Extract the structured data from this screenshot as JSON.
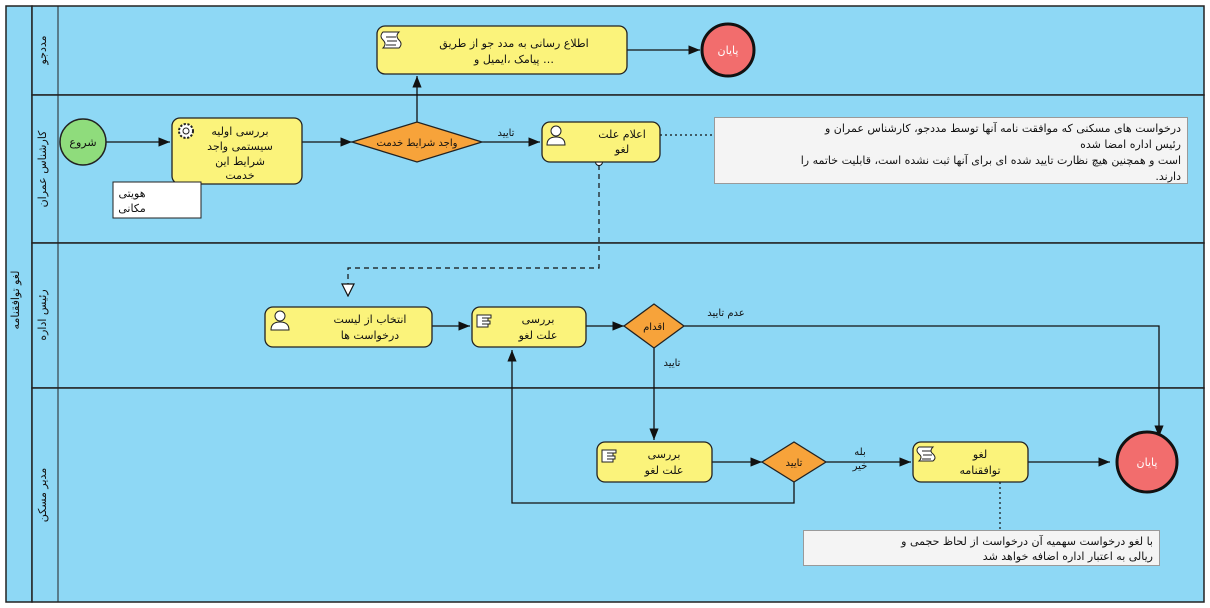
{
  "pool": {
    "label": "لغو توافقنامه"
  },
  "lanes": [
    {
      "id": "lane-madadjoo",
      "label": "مددجو"
    },
    {
      "id": "lane-karshenas",
      "label": "کارشناس عمران"
    },
    {
      "id": "lane-rais",
      "label": "رئیس اداره"
    },
    {
      "id": "lane-modir",
      "label": "مدیر مسکن"
    }
  ],
  "tasks": {
    "notify": [
      "اطلاع رسانی به مدد جو از طریق",
      "پیامک ،ایمیل و …"
    ],
    "system_check": [
      "بررسی اولیه",
      "سیستمی واجد",
      "شرایط این",
      "خدمت"
    ],
    "announce": [
      "اعلام علت",
      "لغو"
    ],
    "select": [
      "انتخاب از لیست",
      "درخواست ها"
    ],
    "review1": [
      "بررسی",
      "علت لغو"
    ],
    "review2": [
      "بررسی",
      "علت لغو"
    ],
    "cancel": [
      "لغو",
      "توافقنامه"
    ]
  },
  "events": {
    "start": "شروع",
    "end_top": "پایان",
    "end_bottom": "پایان"
  },
  "gateways": {
    "eligibility": "واجد شرایط خدمت",
    "action": "اقدام",
    "approve": "تایید"
  },
  "flow_labels": {
    "approve_1": "تایید",
    "not_approve": "عدم تایید",
    "approve_2": "تایید",
    "yes": "بله",
    "no": "خیر"
  },
  "data_object": [
    "هویتی",
    "مکانی"
  ],
  "annotations": {
    "note_karshenas": [
      "درخواست های مسکنی که موافقت نامه آنها توسط مددجو، کارشناس عمران و",
      "رئیس اداره امضا شده",
      "است و همچنین هیچ نظارت تایید شده ای برای آنها ثبت نشده است، قابلیت خاتمه را",
      "دارند."
    ],
    "note_modir": [
      "با لغو درخواست سهمیه آن درخواست از لحاظ حجمی و",
      "ریالی به اعتبار اداره اضافه خواهد شد"
    ]
  },
  "colors": {
    "lane_fill": "#8ed8f5",
    "pool_header": "#8ed8f5",
    "task_fill": "#fbf37b",
    "gateway_fill": "#f7a33a",
    "start_fill": "#8fdc7c",
    "end_fill": "#f26d6d",
    "note_fill": "#f4f4f4"
  }
}
